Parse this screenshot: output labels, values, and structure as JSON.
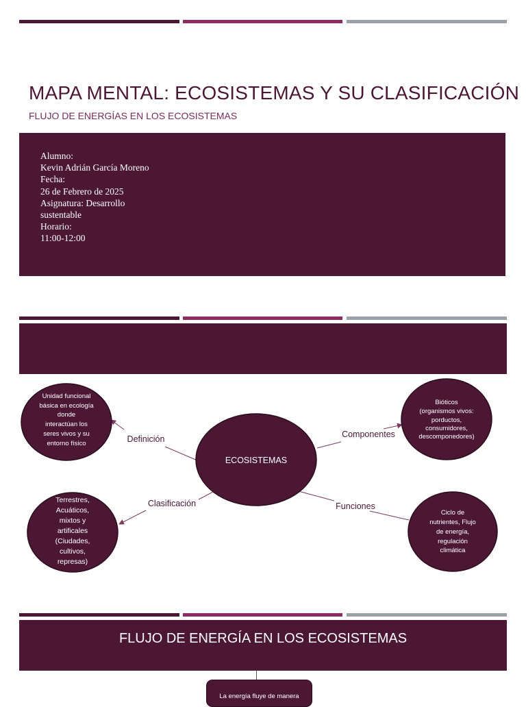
{
  "slide1": {
    "title": "MAPA MENTAL: ECOSISTEMAS Y SU CLASIFICACIÓN",
    "subtitle": "FLUJO DE ENERGÍAS EN LOS ECOSISTEMAS",
    "info_lines": [
      "Alumno:",
      "Kevin Adrián García Moreno",
      "Fecha:",
      "26 de Febrero de 2025",
      "Asignatura: Desarrollo",
      "sustentable",
      "Horario:",
      "11:00-12:00"
    ]
  },
  "mindmap": {
    "center": "ECOSISTEMAS",
    "branches": {
      "definicion": {
        "label": "Definición",
        "node_lines": [
          "Unidad funcional",
          "básica en ecología",
          "donde",
          "interactúan los",
          "seres vivos y su",
          "entorno físico"
        ]
      },
      "componentes": {
        "label": "Componentes",
        "node_lines": [
          "Bióticos",
          "(organismos vivos:",
          "porductos,",
          "consumidores,",
          "descomponedores)"
        ]
      },
      "clasificacion": {
        "label": "Clasificación",
        "node_lines": [
          "Terrestres,",
          "Acuáticos,",
          "mixtos y",
          "artificales",
          "(Ciudades,",
          "cultivos,",
          "represas)"
        ]
      },
      "funciones": {
        "label": "Funciones",
        "node_lines": [
          "Ciclo de",
          "nutrientes, Flujo",
          "de energía,",
          "regulación",
          "climática"
        ]
      }
    }
  },
  "slide3": {
    "title": "FLUJO DE ENERGÍA EN LOS ECOSISTEMAS",
    "flow_box": "La energía fluye de manera"
  },
  "colors": {
    "primary": "#4b1735",
    "accent": "#8e2b63",
    "gray": "#9aa0a6",
    "text_title": "#4b1735"
  }
}
